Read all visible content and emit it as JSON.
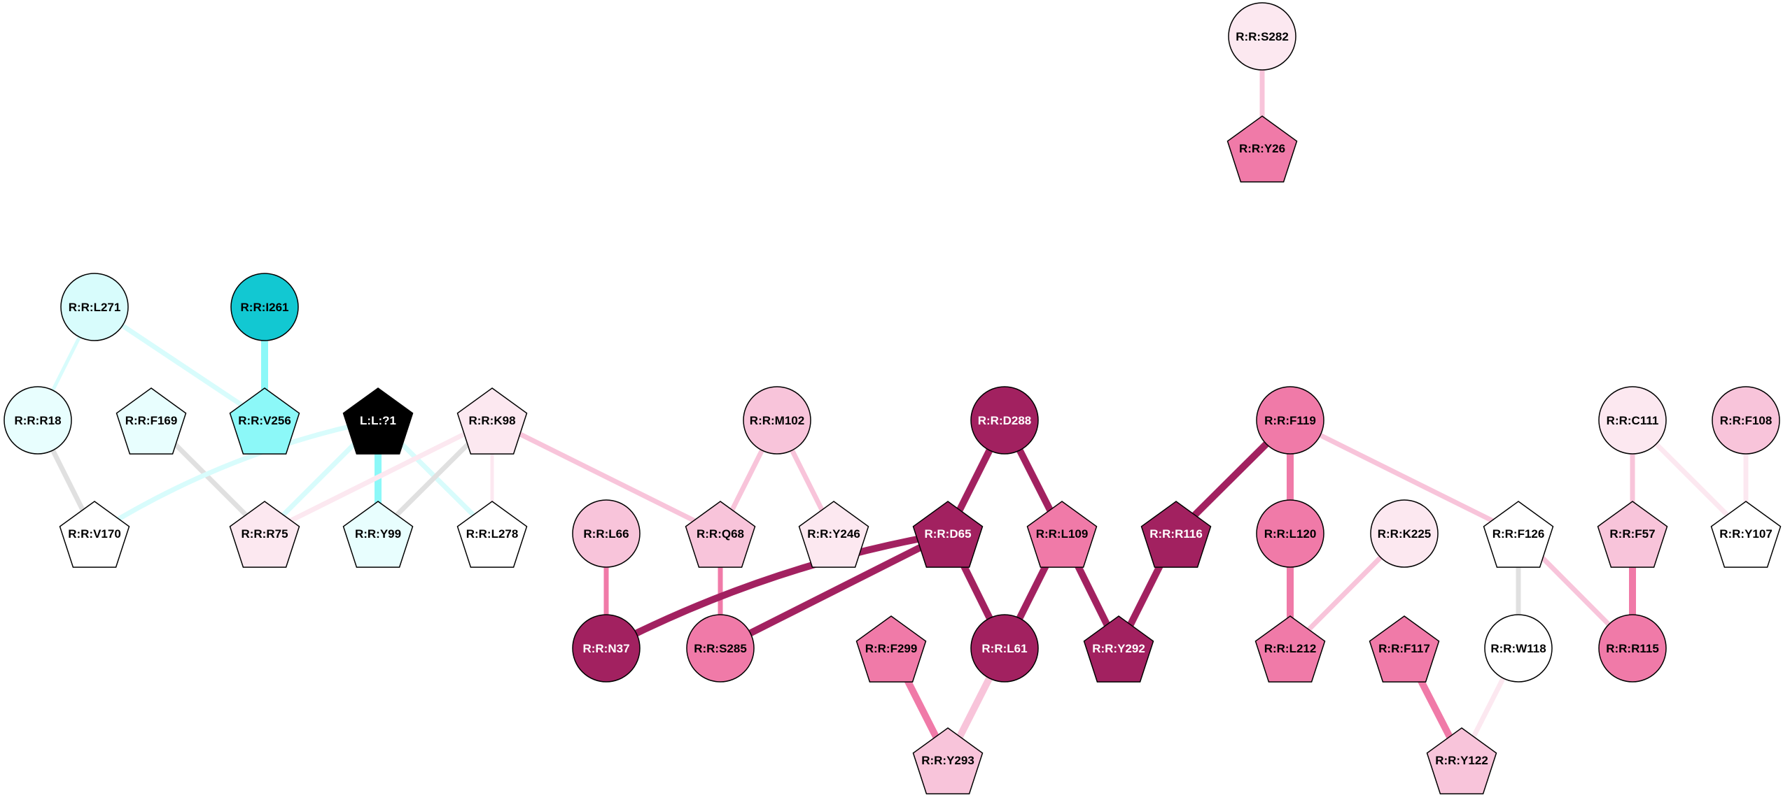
{
  "colors": {
    "cyan_dark": "#12c8d2",
    "cyan_mid": "#8cf8f8",
    "cyan_light": "#d8fcfc",
    "cyan_pale": "#e8fefe",
    "pink_dark": "#a22160",
    "pink_mid": "#f07aa8",
    "pink_light": "#f8c4da",
    "pink_pale": "#fce8f0",
    "white": "#ffffff",
    "black": "#000000",
    "edge_grey": "#e0e0e0"
  },
  "nodes": [
    {
      "id": "S282",
      "label": "R:R:S282",
      "shape": "circle",
      "fill": "#fce8f0",
      "text": "#000000"
    },
    {
      "id": "Y26",
      "label": "R:R:Y26",
      "shape": "pentagon",
      "fill": "#f07aa8",
      "text": "#000000"
    },
    {
      "id": "L271",
      "label": "R:R:L271",
      "shape": "circle",
      "fill": "#d8fcfc",
      "text": "#000000"
    },
    {
      "id": "I261",
      "label": "R:R:I261",
      "shape": "circle",
      "fill": "#12c8d2",
      "text": "#000000"
    },
    {
      "id": "R18",
      "label": "R:R:R18",
      "shape": "circle",
      "fill": "#e8fefe",
      "text": "#000000"
    },
    {
      "id": "F169",
      "label": "R:R:F169",
      "shape": "pentagon",
      "fill": "#e8fefe",
      "text": "#000000"
    },
    {
      "id": "V256",
      "label": "R:R:V256",
      "shape": "pentagon",
      "fill": "#8cf8f8",
      "text": "#000000"
    },
    {
      "id": "L1",
      "label": "L:L:?1",
      "shape": "pentagon",
      "fill": "#000000",
      "text": "#ffffff"
    },
    {
      "id": "K98",
      "label": "R:R:K98",
      "shape": "pentagon",
      "fill": "#fce8f0",
      "text": "#000000"
    },
    {
      "id": "M102",
      "label": "R:R:M102",
      "shape": "circle",
      "fill": "#f8c4da",
      "text": "#000000"
    },
    {
      "id": "D288",
      "label": "R:R:D288",
      "shape": "circle",
      "fill": "#a22160",
      "text": "#ffffff"
    },
    {
      "id": "F119",
      "label": "R:R:F119",
      "shape": "circle",
      "fill": "#f07aa8",
      "text": "#000000"
    },
    {
      "id": "C111",
      "label": "R:R:C111",
      "shape": "circle",
      "fill": "#fce8f0",
      "text": "#000000"
    },
    {
      "id": "F108",
      "label": "R:R:F108",
      "shape": "circle",
      "fill": "#f8c4da",
      "text": "#000000"
    },
    {
      "id": "V170",
      "label": "R:R:V170",
      "shape": "pentagon",
      "fill": "#ffffff",
      "text": "#000000"
    },
    {
      "id": "R75",
      "label": "R:R:R75",
      "shape": "pentagon",
      "fill": "#fce8f0",
      "text": "#000000"
    },
    {
      "id": "Y99",
      "label": "R:R:Y99",
      "shape": "pentagon",
      "fill": "#e8fefe",
      "text": "#000000"
    },
    {
      "id": "L278",
      "label": "R:R:L278",
      "shape": "pentagon",
      "fill": "#ffffff",
      "text": "#000000"
    },
    {
      "id": "L66",
      "label": "R:R:L66",
      "shape": "circle",
      "fill": "#f8c4da",
      "text": "#000000"
    },
    {
      "id": "Q68",
      "label": "R:R:Q68",
      "shape": "pentagon",
      "fill": "#f8c4da",
      "text": "#000000"
    },
    {
      "id": "Y246",
      "label": "R:R:Y246",
      "shape": "pentagon",
      "fill": "#fce8f0",
      "text": "#000000"
    },
    {
      "id": "D65",
      "label": "R:R:D65",
      "shape": "pentagon",
      "fill": "#a22160",
      "text": "#ffffff"
    },
    {
      "id": "L109",
      "label": "R:R:L109",
      "shape": "pentagon",
      "fill": "#f07aa8",
      "text": "#000000"
    },
    {
      "id": "R116",
      "label": "R:R:R116",
      "shape": "pentagon",
      "fill": "#a22160",
      "text": "#ffffff"
    },
    {
      "id": "L120",
      "label": "R:R:L120",
      "shape": "circle",
      "fill": "#f07aa8",
      "text": "#000000"
    },
    {
      "id": "K225",
      "label": "R:R:K225",
      "shape": "circle",
      "fill": "#fce8f0",
      "text": "#000000"
    },
    {
      "id": "F126",
      "label": "R:R:F126",
      "shape": "pentagon",
      "fill": "#ffffff",
      "text": "#000000"
    },
    {
      "id": "F57",
      "label": "R:R:F57",
      "shape": "pentagon",
      "fill": "#f8c4da",
      "text": "#000000"
    },
    {
      "id": "Y107",
      "label": "R:R:Y107",
      "shape": "pentagon",
      "fill": "#ffffff",
      "text": "#000000"
    },
    {
      "id": "N37",
      "label": "R:R:N37",
      "shape": "circle",
      "fill": "#a22160",
      "text": "#ffffff"
    },
    {
      "id": "S285",
      "label": "R:R:S285",
      "shape": "circle",
      "fill": "#f07aa8",
      "text": "#000000"
    },
    {
      "id": "F299",
      "label": "R:R:F299",
      "shape": "pentagon",
      "fill": "#f07aa8",
      "text": "#000000"
    },
    {
      "id": "L61",
      "label": "R:R:L61",
      "shape": "circle",
      "fill": "#a22160",
      "text": "#ffffff"
    },
    {
      "id": "Y292",
      "label": "R:R:Y292",
      "shape": "pentagon",
      "fill": "#a22160",
      "text": "#ffffff"
    },
    {
      "id": "L212",
      "label": "R:R:L212",
      "shape": "pentagon",
      "fill": "#f07aa8",
      "text": "#000000"
    },
    {
      "id": "F117",
      "label": "R:R:F117",
      "shape": "pentagon",
      "fill": "#f07aa8",
      "text": "#000000"
    },
    {
      "id": "W118",
      "label": "R:R:W118",
      "shape": "circle",
      "fill": "#ffffff",
      "text": "#000000"
    },
    {
      "id": "R115",
      "label": "R:R:R115",
      "shape": "circle",
      "fill": "#f07aa8",
      "text": "#000000"
    },
    {
      "id": "Y293",
      "label": "R:R:Y293",
      "shape": "pentagon",
      "fill": "#f8c4da",
      "text": "#000000"
    },
    {
      "id": "Y122",
      "label": "R:R:Y122",
      "shape": "pentagon",
      "fill": "#f8c4da",
      "text": "#000000"
    }
  ],
  "edges": [
    {
      "from": "S282",
      "to": "Y26",
      "color": "#f8c4da",
      "weight": 2
    },
    {
      "from": "L271",
      "to": "R18",
      "color": "#d8fcfc",
      "weight": 1
    },
    {
      "from": "L271",
      "to": "V256",
      "color": "#d8fcfc",
      "weight": 2
    },
    {
      "from": "I261",
      "to": "V256",
      "color": "#8cf8f8",
      "weight": 3
    },
    {
      "from": "R18",
      "to": "V170",
      "color": "#e0e0e0",
      "weight": 2
    },
    {
      "from": "F169",
      "to": "R75",
      "color": "#e0e0e0",
      "weight": 2
    },
    {
      "from": "L1",
      "to": "V170",
      "color": "#d8fcfc",
      "weight": 2
    },
    {
      "from": "L1",
      "to": "R75",
      "color": "#d8fcfc",
      "weight": 2
    },
    {
      "from": "L1",
      "to": "Y99",
      "color": "#8cf8f8",
      "weight": 3
    },
    {
      "from": "L1",
      "to": "L278",
      "color": "#d8fcfc",
      "weight": 2
    },
    {
      "from": "K98",
      "to": "R75",
      "color": "#fce8f0",
      "weight": 2
    },
    {
      "from": "K98",
      "to": "Y99",
      "color": "#e0e0e0",
      "weight": 2
    },
    {
      "from": "K98",
      "to": "L278",
      "color": "#fce8f0",
      "weight": 1
    },
    {
      "from": "K98",
      "to": "Q68",
      "color": "#f8c4da",
      "weight": 2
    },
    {
      "from": "M102",
      "to": "Q68",
      "color": "#f8c4da",
      "weight": 2
    },
    {
      "from": "M102",
      "to": "Y246",
      "color": "#f8c4da",
      "weight": 2
    },
    {
      "from": "L66",
      "to": "N37",
      "color": "#f07aa8",
      "weight": 2
    },
    {
      "from": "Q68",
      "to": "S285",
      "color": "#f07aa8",
      "weight": 2
    },
    {
      "from": "D288",
      "to": "D65",
      "color": "#a22160",
      "weight": 3
    },
    {
      "from": "D288",
      "to": "L109",
      "color": "#a22160",
      "weight": 3
    },
    {
      "from": "D65",
      "to": "N37",
      "color": "#a22160",
      "weight": 3
    },
    {
      "from": "D65",
      "to": "S285",
      "color": "#a22160",
      "weight": 3
    },
    {
      "from": "D65",
      "to": "L61",
      "color": "#a22160",
      "weight": 3
    },
    {
      "from": "L109",
      "to": "L61",
      "color": "#a22160",
      "weight": 3
    },
    {
      "from": "L109",
      "to": "Y292",
      "color": "#a22160",
      "weight": 3
    },
    {
      "from": "F119",
      "to": "R116",
      "color": "#a22160",
      "weight": 3
    },
    {
      "from": "F119",
      "to": "L120",
      "color": "#f07aa8",
      "weight": 3
    },
    {
      "from": "F119",
      "to": "F126",
      "color": "#f8c4da",
      "weight": 2
    },
    {
      "from": "R116",
      "to": "Y292",
      "color": "#a22160",
      "weight": 3
    },
    {
      "from": "L120",
      "to": "L212",
      "color": "#f07aa8",
      "weight": 3
    },
    {
      "from": "K225",
      "to": "L212",
      "color": "#f8c4da",
      "weight": 2
    },
    {
      "from": "F126",
      "to": "W118",
      "color": "#e0e0e0",
      "weight": 2
    },
    {
      "from": "F126",
      "to": "R115",
      "color": "#f8c4da",
      "weight": 2
    },
    {
      "from": "C111",
      "to": "F57",
      "color": "#f8c4da",
      "weight": 2
    },
    {
      "from": "C111",
      "to": "Y107",
      "color": "#fce8f0",
      "weight": 2
    },
    {
      "from": "F108",
      "to": "Y107",
      "color": "#fce8f0",
      "weight": 2
    },
    {
      "from": "F57",
      "to": "R115",
      "color": "#f07aa8",
      "weight": 3
    },
    {
      "from": "F299",
      "to": "Y293",
      "color": "#f07aa8",
      "weight": 3
    },
    {
      "from": "L61",
      "to": "Y293",
      "color": "#f8c4da",
      "weight": 3
    },
    {
      "from": "F117",
      "to": "Y122",
      "color": "#f07aa8",
      "weight": 3
    },
    {
      "from": "W118",
      "to": "Y122",
      "color": "#fce8f0",
      "weight": 2
    }
  ]
}
